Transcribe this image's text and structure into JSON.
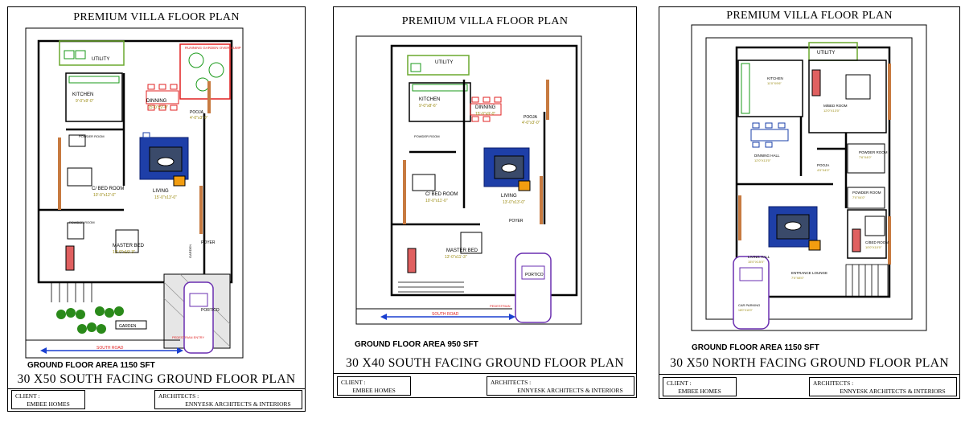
{
  "sheets": [
    {
      "header": "PREMIUM VILLA FLOOR PLAN",
      "area": "GROUND FLOOR AREA 1150 SFT",
      "plan_title": "30 X50 SOUTH FACING GROUND FLOOR  PLAN",
      "client_label": "CLIENT :",
      "client_name": "EMBEE HOMES",
      "arch_label": "ARCHITECTS :",
      "arch_name": "ENNYESK  ARCHITECTS & INTERIORS",
      "rooms": {
        "utility": "UTILITY",
        "garden_top": "RUNNING GARDEN OVER SUMP",
        "kitchen": "KITCHEN",
        "kitchen_dim": "9'-0\"x9'-0\"",
        "dinning": "DINNING",
        "dinning_dim": "15'-0\"x9'-0\"",
        "pooja": "POOJA",
        "pooja_dim": "4'-0\"x3'-0\"",
        "powder": "POWDER ROOM",
        "cbed": "C/ BED ROOM",
        "cbed_dim": "10'-0\"x12'-0\"",
        "living": "LIVING",
        "living_dim": "15'-0\"x13'-0\"",
        "powder2": "POWDER ROOM",
        "master": "MASTER BED",
        "master_dim": "12'-0\"x10'-3\"",
        "poyer": "POYER",
        "garden_side": "GARDEN",
        "portico": "PORTICO",
        "garden": "GARDEN",
        "road": "SOUTH ROAD",
        "entry": "PEDESTRIAN ENTRY"
      }
    },
    {
      "header": "PREMIUM VILLA FLOOR PLAN",
      "area": "GROUND FLOOR AREA 950 SFT",
      "plan_title": "30 X40 SOUTH FACING GROUND FLOOR  PLAN",
      "client_label": "CLIENT :",
      "client_name": "EMBEE HOMES",
      "arch_label": "ARCHITECTS :",
      "arch_name": "ENNYESK  ARCHITECTS & INTERIORS",
      "rooms": {
        "utility": "UTILITY",
        "kitchen": "KITCHEN",
        "kitchen_dim": "9'-0\"x8'-6\"",
        "dinning": "DINNING",
        "dinning_dim": "15'-0\"x9'-0\"",
        "pooja": "POOJA",
        "pooja_dim": "4'-0\"x3'-0\"",
        "powder": "POWDER ROOM",
        "cbed": "C/ BED ROOM",
        "cbed_dim": "10'-0\"x11'-0\"",
        "living": "LIVING",
        "living_dim": "13'-0\"x13'-0\"",
        "poyer": "POYER",
        "master": "MASTER BED",
        "master_dim": "13'-0\"x11'-3\"",
        "portico": "PORTICO",
        "road": "SOUTH ROAD",
        "entry": "PEDESTRIAN"
      }
    },
    {
      "header": "PREMIUM VILLA FLOOR PLAN",
      "area": "GROUND FLOOR AREA 1150 SFT",
      "plan_title": "30 X50 NORTH  FACING  GROUND FLOOR  PLAN",
      "client_label": "CLIENT :",
      "client_name": "EMBEE HOMES",
      "arch_label": "ARCHITECTS :",
      "arch_name": "ENNYESK  ARCHITECTS & INTERIORS",
      "rooms": {
        "utility": "UTILITY",
        "kitchen": "KITCHEN",
        "kitchen_dim": "11'0\"X9'6\"",
        "mbed": "M/BED ROOM",
        "mbed_dim": "12'0\"X13'0\"",
        "dining": "DINNING HALL",
        "dining_dim": "12'0\"X13'0\"",
        "powder": "POWDER ROOM",
        "powder_dim": "7'6\"X4'0\"",
        "pooja": "POOJA",
        "pooja_dim": "4'0\"X4'0\"",
        "powder2": "POWDER ROOM",
        "powder2_dim": "7'0\"X4'0\"",
        "cbed": "C/BED ROOM",
        "cbed_dim": "10'0\"X10'0\"",
        "living": "LIVING HALL",
        "living_dim": "15'0\"X15'0\"",
        "entrance": "ENTRANCE LOUNGE",
        "entrance_dim": "7'0\"X8'0\"",
        "car": "CAR PARKING",
        "car_dim": "18'0\"X10'0\""
      }
    }
  ]
}
